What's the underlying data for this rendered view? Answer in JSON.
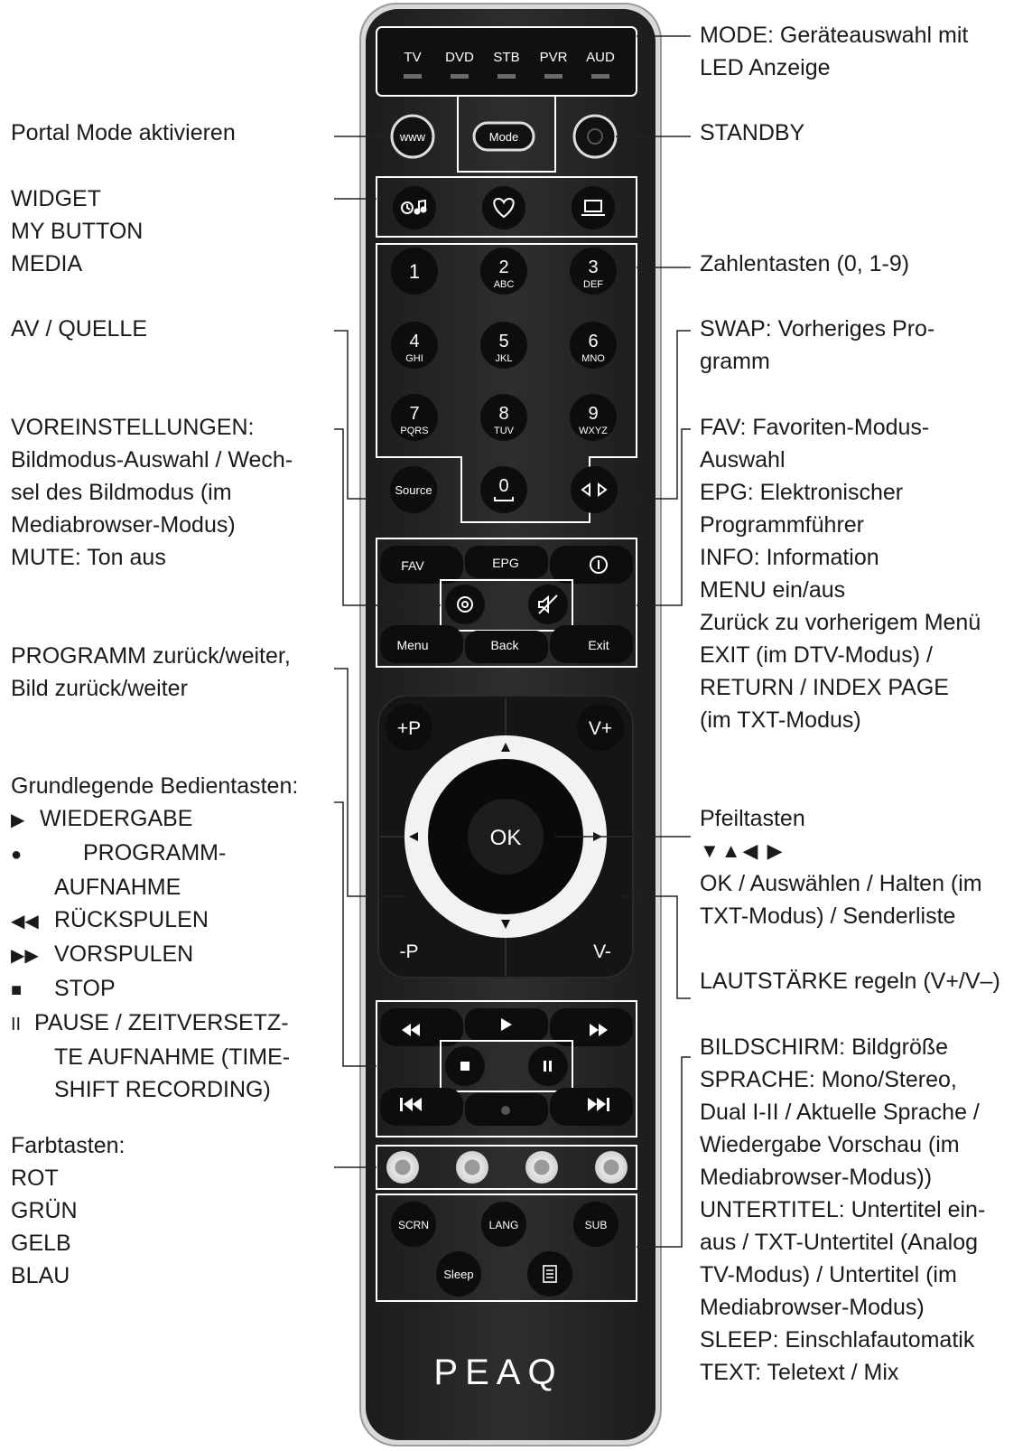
{
  "left_labels": {
    "portal": [
      "Portal Mode aktivieren"
    ],
    "widget": [
      "WIDGET",
      "MY BUTTON",
      "MEDIA"
    ],
    "av": [
      "AV / QUELLE"
    ],
    "voreinst": [
      "VOREINSTELLUNGEN:",
      "Bildmodus-Auswahl / Wech-",
      "sel des Bildmodus (im",
      "Mediabrowser-Modus)",
      "MUTE: Ton aus"
    ],
    "programm": [
      "PROGRAMM zurück/weiter,",
      "Bild zurück/weiter"
    ],
    "grund": {
      "title": "Grundlegende Bedientasten:",
      "play_glyph": "▶",
      "play": "WIEDERGABE",
      "rec_glyph": "●",
      "rec1": "PROGRAMM-",
      "rec2": "AUFNAHME",
      "rew_glyph": "◀◀",
      "rew": "RÜCKSPULEN",
      "ff_glyph": "▶▶",
      "ff": "VORSPULEN",
      "stop_glyph": "■",
      "stop": "STOP",
      "pause_glyph": "II",
      "pause1": "PAUSE / ZEITVERSETZ-",
      "pause2": "TE AUFNAHME (TIME-",
      "pause3": "SHIFT RECORDING)"
    },
    "farb": [
      "Farbtasten:",
      "ROT",
      "GRÜN",
      "GELB",
      "BLAU"
    ]
  },
  "right_labels": {
    "mode": [
      "MODE: Geräteauswahl mit",
      "LED Anzeige"
    ],
    "standby": [
      "STANDBY"
    ],
    "zahlen": [
      "Zahlentasten (0, 1-9)"
    ],
    "swap": [
      "SWAP: Vorheriges Pro-",
      "gramm"
    ],
    "fav": [
      "FAV: Favoriten-Modus-",
      "Auswahl",
      "EPG: Elektronischer",
      "Programmführer",
      "INFO: Information",
      "MENU ein/aus",
      "Zurück zu vorherigem Menü",
      "EXIT (im DTV-Modus) /",
      "RETURN / INDEX PAGE",
      "(im TXT-Modus)"
    ],
    "pfeil": [
      "Pfeiltasten",
      "▼▲◀ ▶",
      "OK / Auswählen / Halten (im",
      "TXT-Modus) / Senderliste"
    ],
    "laut": [
      "LAUTSTÄRKE regeln (V+/V–)"
    ],
    "bild": [
      "BILDSCHIRM: Bildgröße",
      "SPRACHE: Mono/Stereo,",
      "Dual I-II / Aktuelle Sprache /",
      "Wiedergabe Vorschau (im",
      "Mediabrowser-Modus))",
      "UNTERTITEL: Untertitel ein-",
      "aus / TXT-Untertitel (Analog",
      "TV-Modus) / Untertitel (im",
      "Mediabrowser-Modus)",
      "SLEEP: Einschlafautomatik",
      "TEXT: Teletext / Mix"
    ]
  },
  "remote": {
    "modes": [
      "TV",
      "DVD",
      "STB",
      "PVR",
      "AUD"
    ],
    "www": "www",
    "mode": "Mode",
    "digits": [
      {
        "d": "1",
        "s": ""
      },
      {
        "d": "2",
        "s": "ABC"
      },
      {
        "d": "3",
        "s": "DEF"
      },
      {
        "d": "4",
        "s": "GHI"
      },
      {
        "d": "5",
        "s": "JKL"
      },
      {
        "d": "6",
        "s": "MNO"
      },
      {
        "d": "7",
        "s": "PQRS"
      },
      {
        "d": "8",
        "s": "TUV"
      },
      {
        "d": "9",
        "s": "WXYZ"
      }
    ],
    "zero": "0",
    "source": "Source",
    "fav": "FAV",
    "epg": "EPG",
    "menu": "Menu",
    "back": "Back",
    "exit": "Exit",
    "ch_up": "+P",
    "vol_up": "V+",
    "ch_down": "-P",
    "vol_down": "V-",
    "ok": "OK",
    "scrn": "SCRN",
    "lang": "LANG",
    "sub": "SUB",
    "sleep": "Sleep",
    "brand": "PEAQ"
  }
}
